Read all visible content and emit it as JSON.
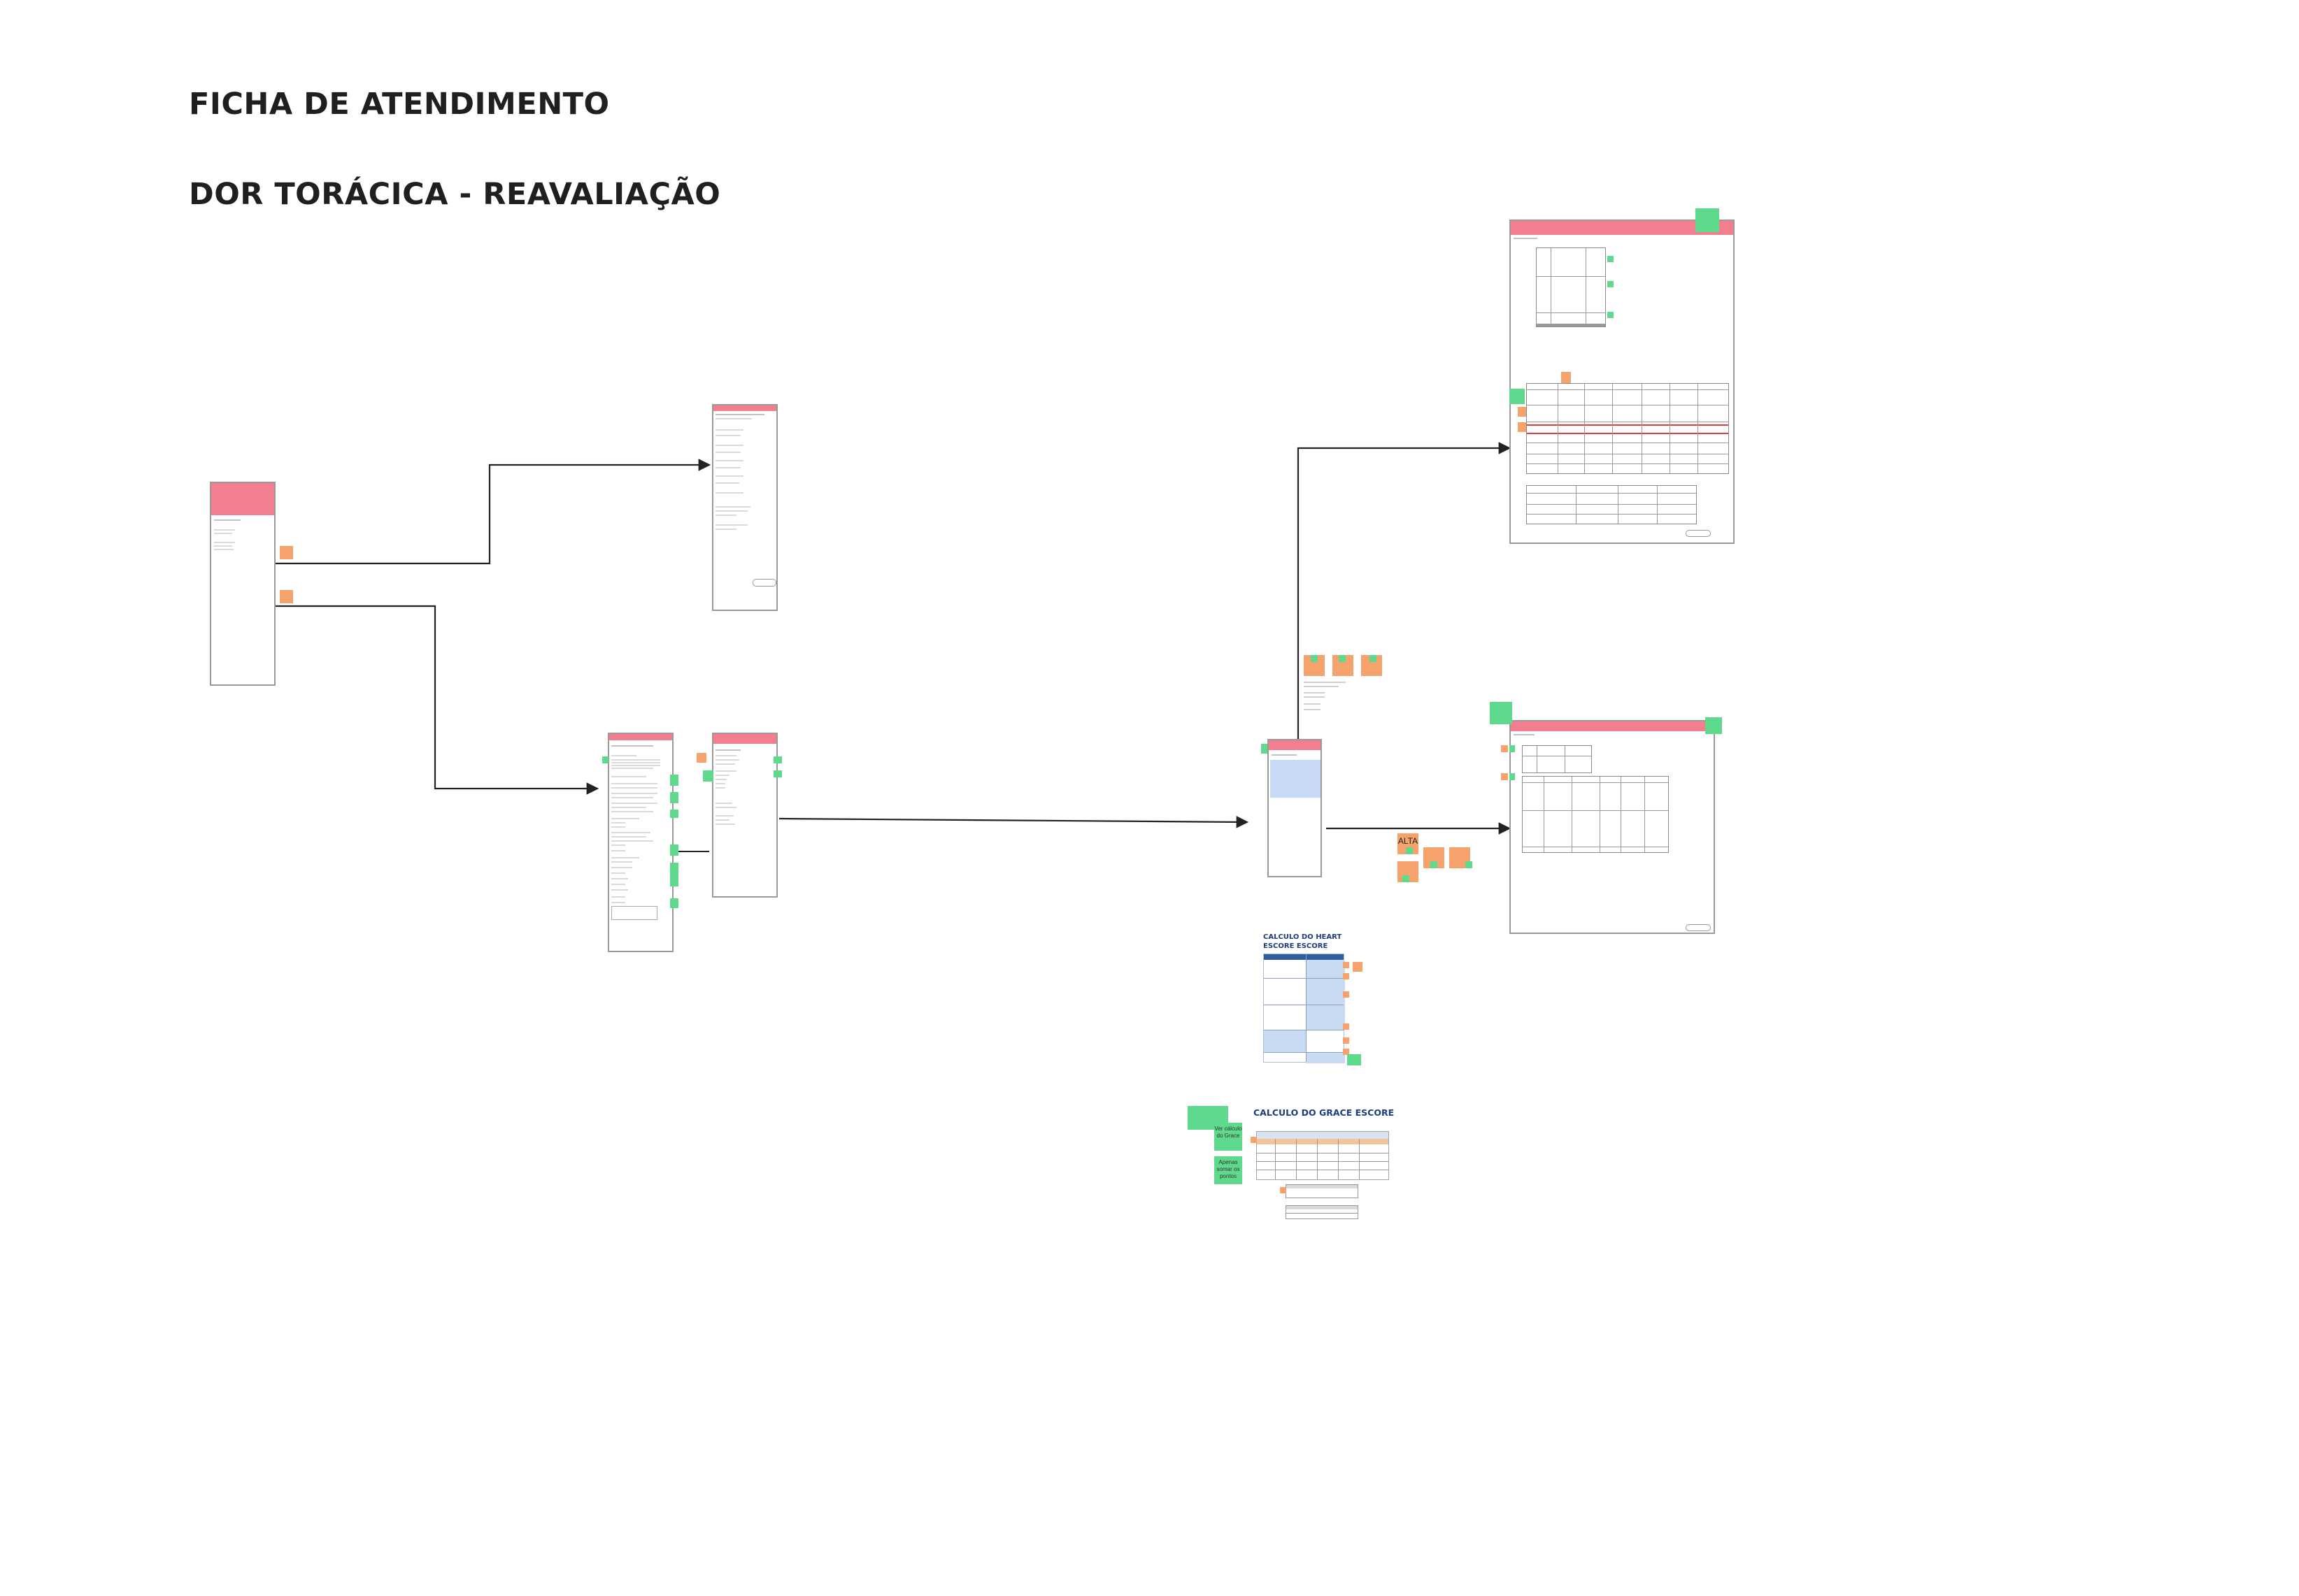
{
  "page": {
    "title_line1": "FICHA DE ATENDIMENTO",
    "title_line2": "DOR TORÁCICA - REAVALIAÇÃO"
  },
  "colors": {
    "frame_header": "#f27e8f",
    "sticky_green": "#5fd98b",
    "sticky_orange": "#f6a26c",
    "connector": "#222222",
    "table_header_blue": "#2f5e9e",
    "table_row_blue": "#c9daf3"
  },
  "stickies": {
    "alta": "ALTA",
    "ver_calculo": "Ver cálculo do Grace",
    "apenas_somar": "Apenas somar os pontos"
  },
  "scores": {
    "heart_title": "CALCULO DO HEART ESCORE ESCORE",
    "grace_title": "CALCULO DO GRACE ESCORE"
  }
}
